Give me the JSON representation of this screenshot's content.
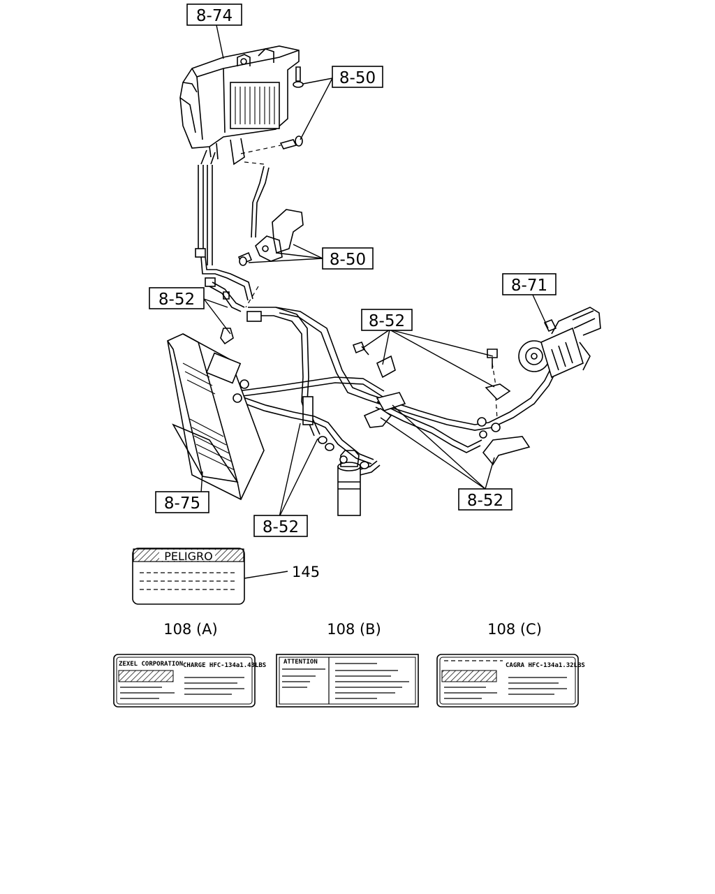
{
  "callouts": {
    "heater_unit": "8-74",
    "bolts_upper": "8-50",
    "bracket_mid": "8-50",
    "hose_left": "8-52",
    "hose_right": "8-52",
    "compressor": "8-71",
    "condenser": "8-75",
    "receiver_lines": "8-52",
    "clamps_lower": "8-52"
  },
  "part_numbers": {
    "label_peligro": "145",
    "label_a": "108 (A)",
    "label_b": "108 (B)",
    "label_c": "108 (C)"
  },
  "labels": {
    "peligro_header": "PELIGRO",
    "a_maker": "ZEXEL CORPORATION",
    "a_charge": "CHARGE HFC-134a1.43LBS",
    "b_header": "ATTENTION",
    "c_charge": "CAGRA HFC-134a1.32LBS"
  }
}
